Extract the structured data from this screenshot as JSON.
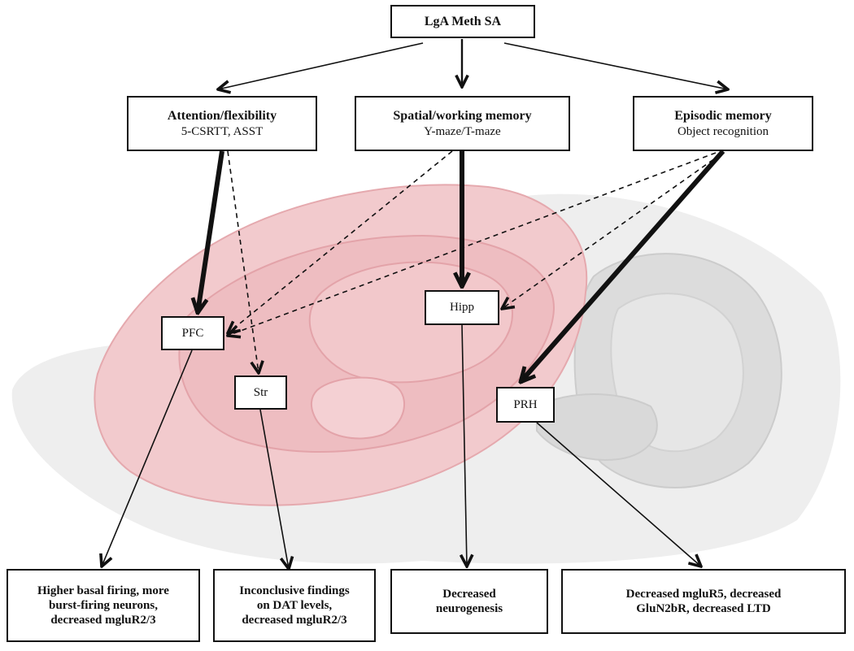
{
  "root": {
    "label": "LgA Meth SA"
  },
  "tasks": [
    {
      "title": "Attention/flexibility",
      "subtitle": "5-CSRTT, ASST"
    },
    {
      "title": "Spatial/working memory",
      "subtitle": "Y-maze/T-maze"
    },
    {
      "title": "Episodic memory",
      "subtitle": "Object recognition"
    }
  ],
  "regions": {
    "pfc": "PFC",
    "str": "Str",
    "hipp": "Hipp",
    "prh": "PRH"
  },
  "outcomes": [
    {
      "lines": [
        "Higher basal firing, more",
        "burst-firing neurons,",
        "decreased mgluR2/3"
      ]
    },
    {
      "lines": [
        "Inconclusive findings",
        "on DAT levels,",
        "decreased mgluR2/3"
      ]
    },
    {
      "lines": [
        "Decreased",
        "neurogenesis"
      ]
    },
    {
      "lines": [
        "Decreased mgluR5, decreased",
        "GluN2bR, decreased LTD"
      ]
    }
  ],
  "colors": {
    "brain_pink": "#f1c9cc",
    "brain_pink_dark": "#e9b0b5",
    "brain_gray": "#dedede",
    "brain_gray_dark": "#cfcfcf",
    "line": "#111111"
  }
}
